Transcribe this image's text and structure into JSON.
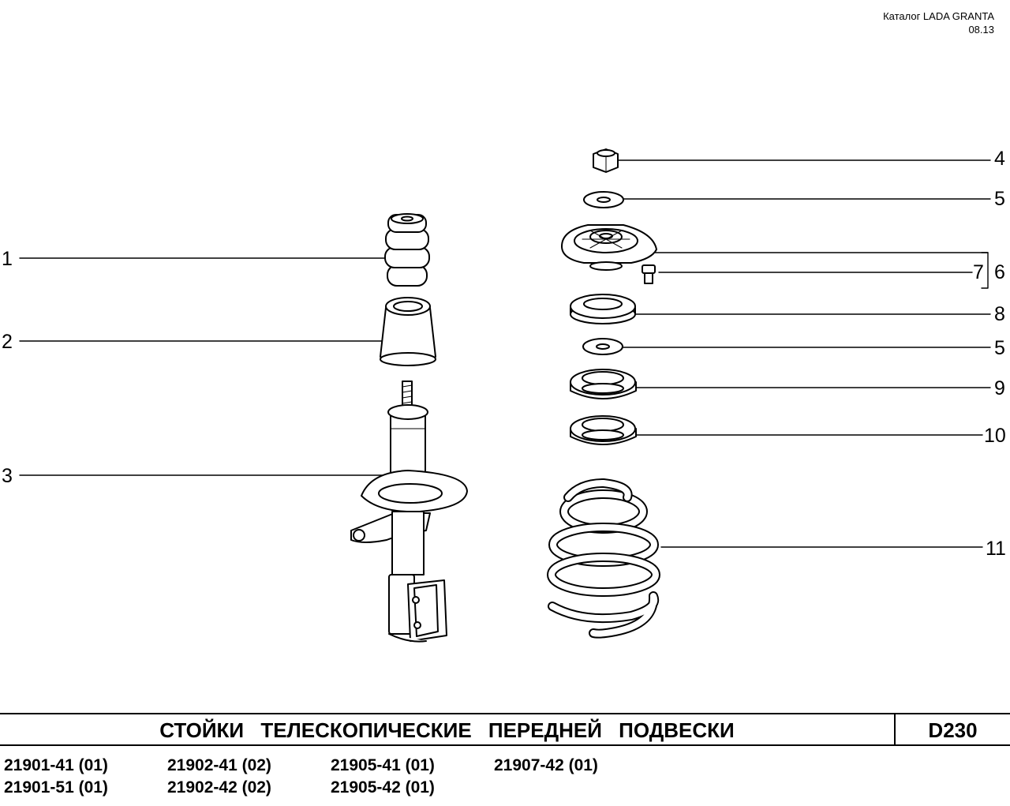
{
  "header": {
    "catalog": "Каталог  LADA  GRANTA",
    "date": "08.13"
  },
  "callouts": [
    "1",
    "2",
    "3",
    "4",
    "5",
    "7",
    "6",
    "8",
    "5",
    "9",
    "10",
    "11"
  ],
  "title": "СТОЙКИ ТЕЛЕСКОПИЧЕСКИЕ ПЕРЕДНЕЙ ПОДВЕСКИ",
  "page_code": "D230",
  "models": [
    [
      "21901-41 (01)",
      "21902-41 (02)",
      "21905-41 (01)",
      "21907-42 (01)"
    ],
    [
      "21901-51 (01)",
      "21902-42 (02)",
      "21905-42 (01)"
    ]
  ]
}
